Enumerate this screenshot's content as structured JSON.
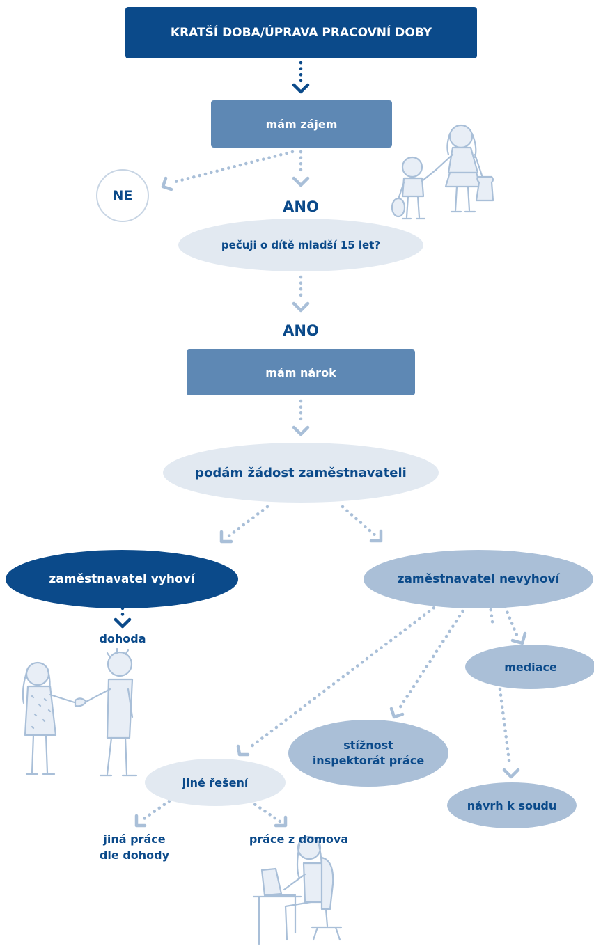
{
  "nodes": {
    "title": "KRATŠÍ DOBA/ÚPRAVA PRACOVNÍ DOBY",
    "interest": "mám zájem",
    "ne": "NE",
    "ano_1": "ANO",
    "child_question": "pečuji o dítě mladší 15 let?",
    "ano_2": "ANO",
    "entitlement": "mám nárok",
    "request": "podám žádost zaměstnavateli",
    "employer_complies": "zaměstnavatel vyhoví",
    "employer_refuses": "zaměstnavatel nevyhoví",
    "agreement": "dohoda",
    "mediation": "mediace",
    "complaint_line1": "stížnost",
    "complaint_line2": "inspektorát práce",
    "other_solution": "jiné řešení",
    "court_proposal": "návrh k soudu",
    "other_work_line1": "jiná práce",
    "other_work_line2": "dle dohody",
    "home_work": "práce z domova"
  },
  "colors": {
    "dark_blue": "#0b4a8a",
    "mid_blue": "#5e88b4",
    "pale_blue": "#e2e9f1",
    "light_blue": "#aabfd7",
    "arrow_light": "#a9bfd8"
  },
  "illustrations": [
    "mother-and-child-sketch",
    "handshake-sketch",
    "woman-at-laptop-sketch"
  ]
}
